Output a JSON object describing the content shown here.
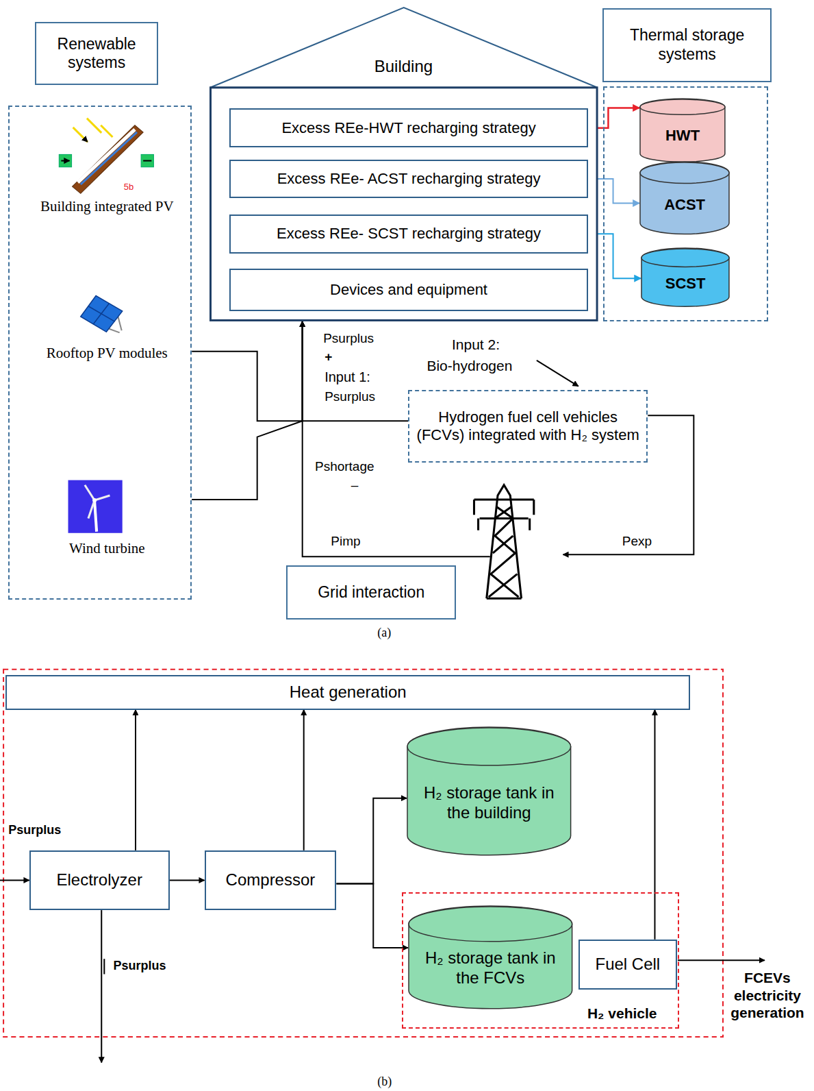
{
  "diagram": {
    "nodes": [
      {
        "text": [
          "Renewable systems"
        ]
      },
      {
        "text": [
          "Building integrated PV"
        ],
        "in": 0
      },
      {
        "text": [
          "Rooftop PV modules"
        ],
        "in": 0
      },
      {
        "text": [
          "Wind turbine"
        ],
        "in": 0
      },
      {
        "text": [
          "Building"
        ]
      },
      {
        "text": [
          "Excess REe-HWT recharging strategy"
        ],
        "in": 4
      },
      {
        "text": [
          "Excess REe- ACST recharging strategy"
        ],
        "in": 4
      },
      {
        "text": [
          "Excess REe- SCST recharging strategy"
        ],
        "in": 4
      },
      {
        "text": [
          "Devices and equipment"
        ],
        "in": 4
      },
      {
        "text": [
          "Thermal storage systems"
        ]
      },
      {
        "text": [
          "HWT"
        ],
        "in": 9
      },
      {
        "text": [
          "ACST"
        ],
        "in": 9
      },
      {
        "text": [
          "SCST"
        ],
        "in": 9
      },
      {
        "text": [
          "Hydrogen fuel cell vehicles (FCVs) integrated with H₂ system"
        ]
      },
      {
        "text": [
          "Grid interaction"
        ]
      },
      {
        "text": [
          "Heat generation"
        ]
      },
      {
        "text": [
          "Electrolyzer"
        ]
      },
      {
        "text": [
          "Compressor"
        ]
      },
      {
        "text": [
          "H₂ storage tank in the building"
        ]
      },
      {
        "text": [
          "H₂ vehicle"
        ]
      },
      {
        "text": [
          "H₂ storage tank in the FCVs"
        ],
        "in": 19
      },
      {
        "text": [
          "Fuel Cell"
        ],
        "in": 19
      }
    ],
    "edges": [
      {
        "from": 2,
        "to": 4,
        "arrow": "to"
      },
      {
        "from": 3,
        "to": 4,
        "arrow": "to"
      },
      {
        "from": 13,
        "to": 4,
        "arrow": "to"
      },
      {
        "from": 13,
        "to": 14,
        "label": "Pexp",
        "arrow": "to"
      },
      {
        "from": 14,
        "to": 4,
        "label": "Pimp",
        "arrow": "to"
      },
      {
        "from": 5,
        "to": 10,
        "arrow": "to"
      },
      {
        "from": 6,
        "to": 11,
        "arrow": "to"
      },
      {
        "from": 7,
        "to": 12,
        "arrow": "to"
      },
      {
        "from": 16,
        "to": 15,
        "arrow": "to"
      },
      {
        "from": 17,
        "to": 15,
        "arrow": "to"
      },
      {
        "from": 21,
        "to": 15,
        "arrow": "to"
      },
      {
        "from": 16,
        "to": 17,
        "arrow": "to"
      },
      {
        "from": 17,
        "to": 18,
        "arrow": "to"
      },
      {
        "from": 17,
        "to": 20,
        "arrow": "to"
      }
    ],
    "labels": [
      "5b",
      "Psurplus",
      "+",
      "Input 1:",
      "Psurplus",
      "Pshortage",
      "–",
      "Input 2:",
      "Bio-hydrogen",
      "(a)",
      "Psurplus",
      "Psurplus",
      "FCEVs electricity generation",
      "(b)"
    ]
  }
}
